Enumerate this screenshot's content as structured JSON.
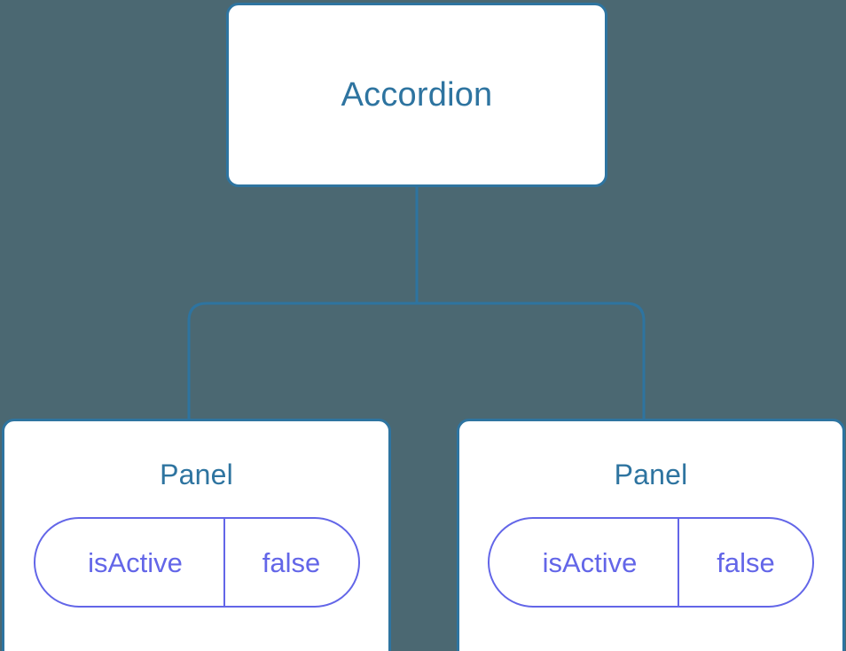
{
  "diagram": {
    "type": "component-tree",
    "background_color": "#4b6872",
    "node_border_color": "#2e74a0",
    "node_title_color": "#2e74a0",
    "prop_color": "#6366e8",
    "connector_color": "#2e74a0",
    "root": {
      "title": "Accordion"
    },
    "children": [
      {
        "title": "Panel",
        "props": [
          {
            "key": "isActive",
            "value": "false"
          }
        ]
      },
      {
        "title": "Panel",
        "props": [
          {
            "key": "isActive",
            "value": "false"
          }
        ]
      }
    ]
  }
}
